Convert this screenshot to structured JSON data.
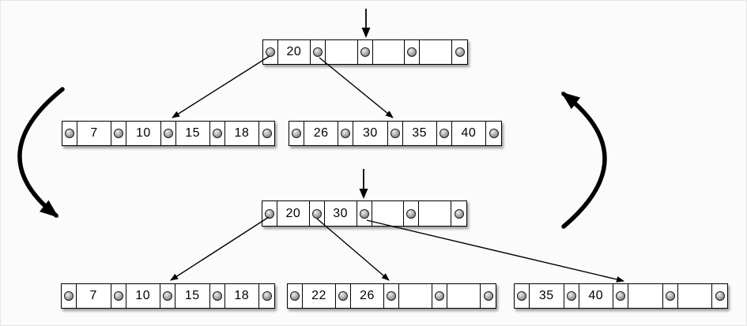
{
  "colors": {
    "background": "#fbfbfb",
    "node_fill": "#ffffff",
    "node_border": "#000000",
    "pointer_dot": "#8c8c8c",
    "arrow": "#000000"
  },
  "tree_before": {
    "root": {
      "keys": [
        "20",
        "",
        "",
        ""
      ]
    },
    "children": [
      {
        "keys": [
          "7",
          "10",
          "15",
          "18"
        ]
      },
      {
        "keys": [
          "26",
          "30",
          "35",
          "40"
        ]
      }
    ]
  },
  "tree_after": {
    "root": {
      "keys": [
        "20",
        "30",
        "",
        ""
      ]
    },
    "children": [
      {
        "keys": [
          "7",
          "10",
          "15",
          "18"
        ]
      },
      {
        "keys": [
          "22",
          "26",
          "",
          ""
        ]
      },
      {
        "keys": [
          "35",
          "40",
          "",
          ""
        ]
      }
    ]
  }
}
